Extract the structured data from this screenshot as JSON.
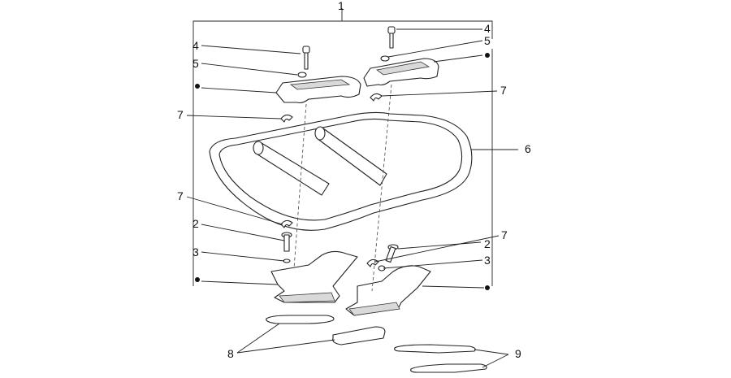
{
  "callouts": {
    "assembly": "1",
    "screw_a": "2",
    "washer_a": "3",
    "bolt_top": "4",
    "washer_top": "5",
    "rack_frame": "6",
    "clip": "7",
    "gasket_lower": "8",
    "gasket_pad": "9"
  },
  "colors": {
    "line": "#222222",
    "background": "#ffffff",
    "shade": "#d9d9d9"
  }
}
